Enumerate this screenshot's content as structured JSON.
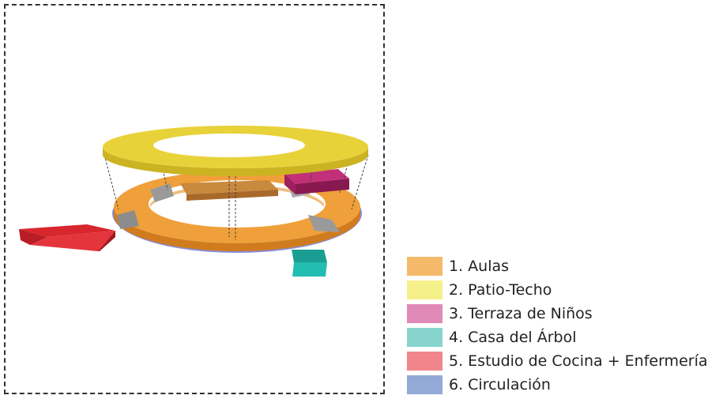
{
  "legend": {
    "items": [
      {
        "label": "1. Aulas",
        "color": "#F5B96A"
      },
      {
        "label": "2. Patio-Techo",
        "color": "#F5F08A"
      },
      {
        "label": "3. Terraza de Niños",
        "color": "#E08AB8"
      },
      {
        "label": "4. Casa del Árbol",
        "color": "#86D4CC"
      },
      {
        "label": "5. Estudio de Cocina + Enfermería",
        "color": "#F0868C"
      },
      {
        "label": "6. Circulación",
        "color": "#93A9D6"
      }
    ]
  },
  "colors": {
    "aulas": "#F0A03A",
    "aulas_dark": "#D07C1E",
    "patio_techo": "#E8D23A",
    "patio_techo_dark": "#CBB322",
    "terraza": "#B5246E",
    "casa_arbol": "#1FB3A8",
    "estudio": "#E4343C",
    "circulacion": "#7B7FD6",
    "gray_block": "#9A9A9A",
    "frame": "#333333"
  }
}
